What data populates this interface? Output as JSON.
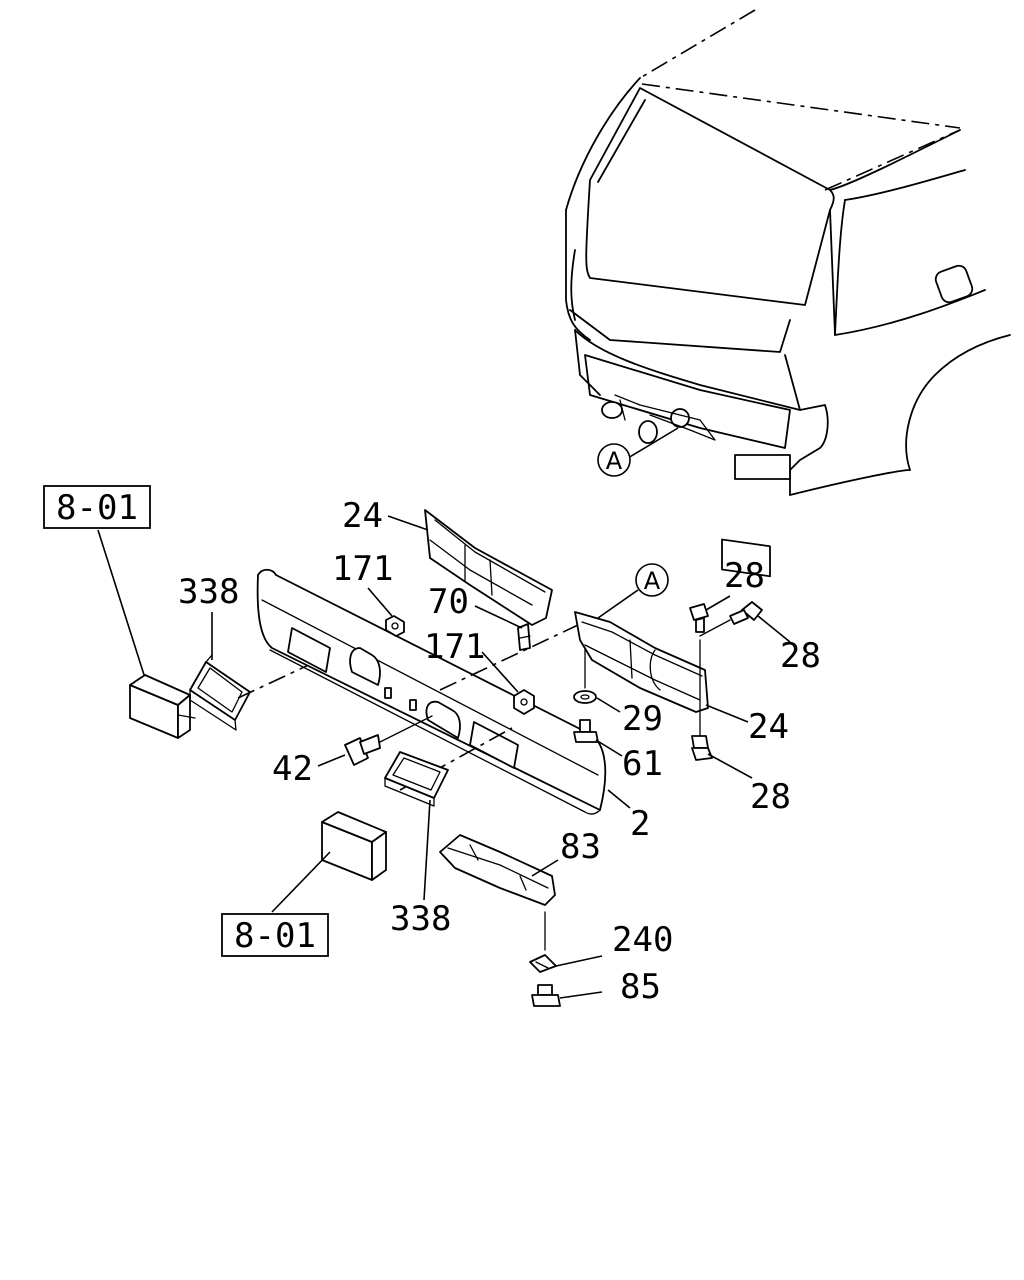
{
  "diagram": {
    "reference_marker": "A",
    "ref_boxes": [
      "8-01",
      "8-01"
    ],
    "labels": {
      "p24_top": "24",
      "p24_right": "24",
      "p338_left": "338",
      "p338_bottom": "338",
      "p171_top": "171",
      "p171_mid": "171",
      "p70": "70",
      "p42": "42",
      "p2": "2",
      "p28_a": "28",
      "p28_b": "28",
      "p28_c": "28",
      "p29": "29",
      "p61": "61",
      "p83": "83",
      "p240": "240",
      "p85": "85"
    }
  }
}
